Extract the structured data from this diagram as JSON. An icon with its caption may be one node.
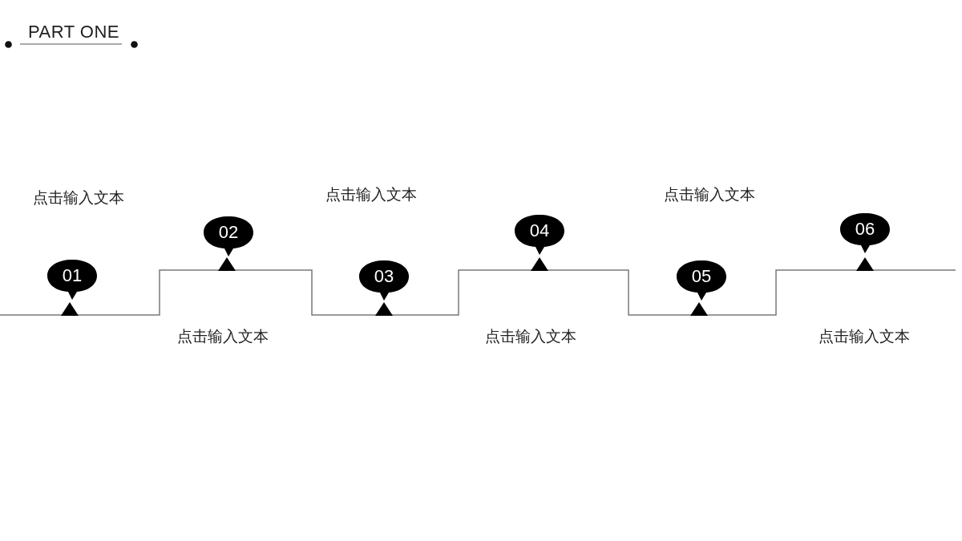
{
  "diagram": {
    "title": "PART ONE",
    "nodes": [
      {
        "text": [
          "01"
        ]
      },
      {
        "text": [
          "02"
        ]
      },
      {
        "text": [
          "03"
        ]
      },
      {
        "text": [
          "04"
        ]
      },
      {
        "text": [
          "05"
        ]
      },
      {
        "text": [
          "06"
        ]
      }
    ],
    "labels": [
      "点击输入文本",
      "点击输入文本",
      "点击输入文本",
      "点击输入文本",
      "点击输入文本",
      "点击输入文本"
    ]
  }
}
